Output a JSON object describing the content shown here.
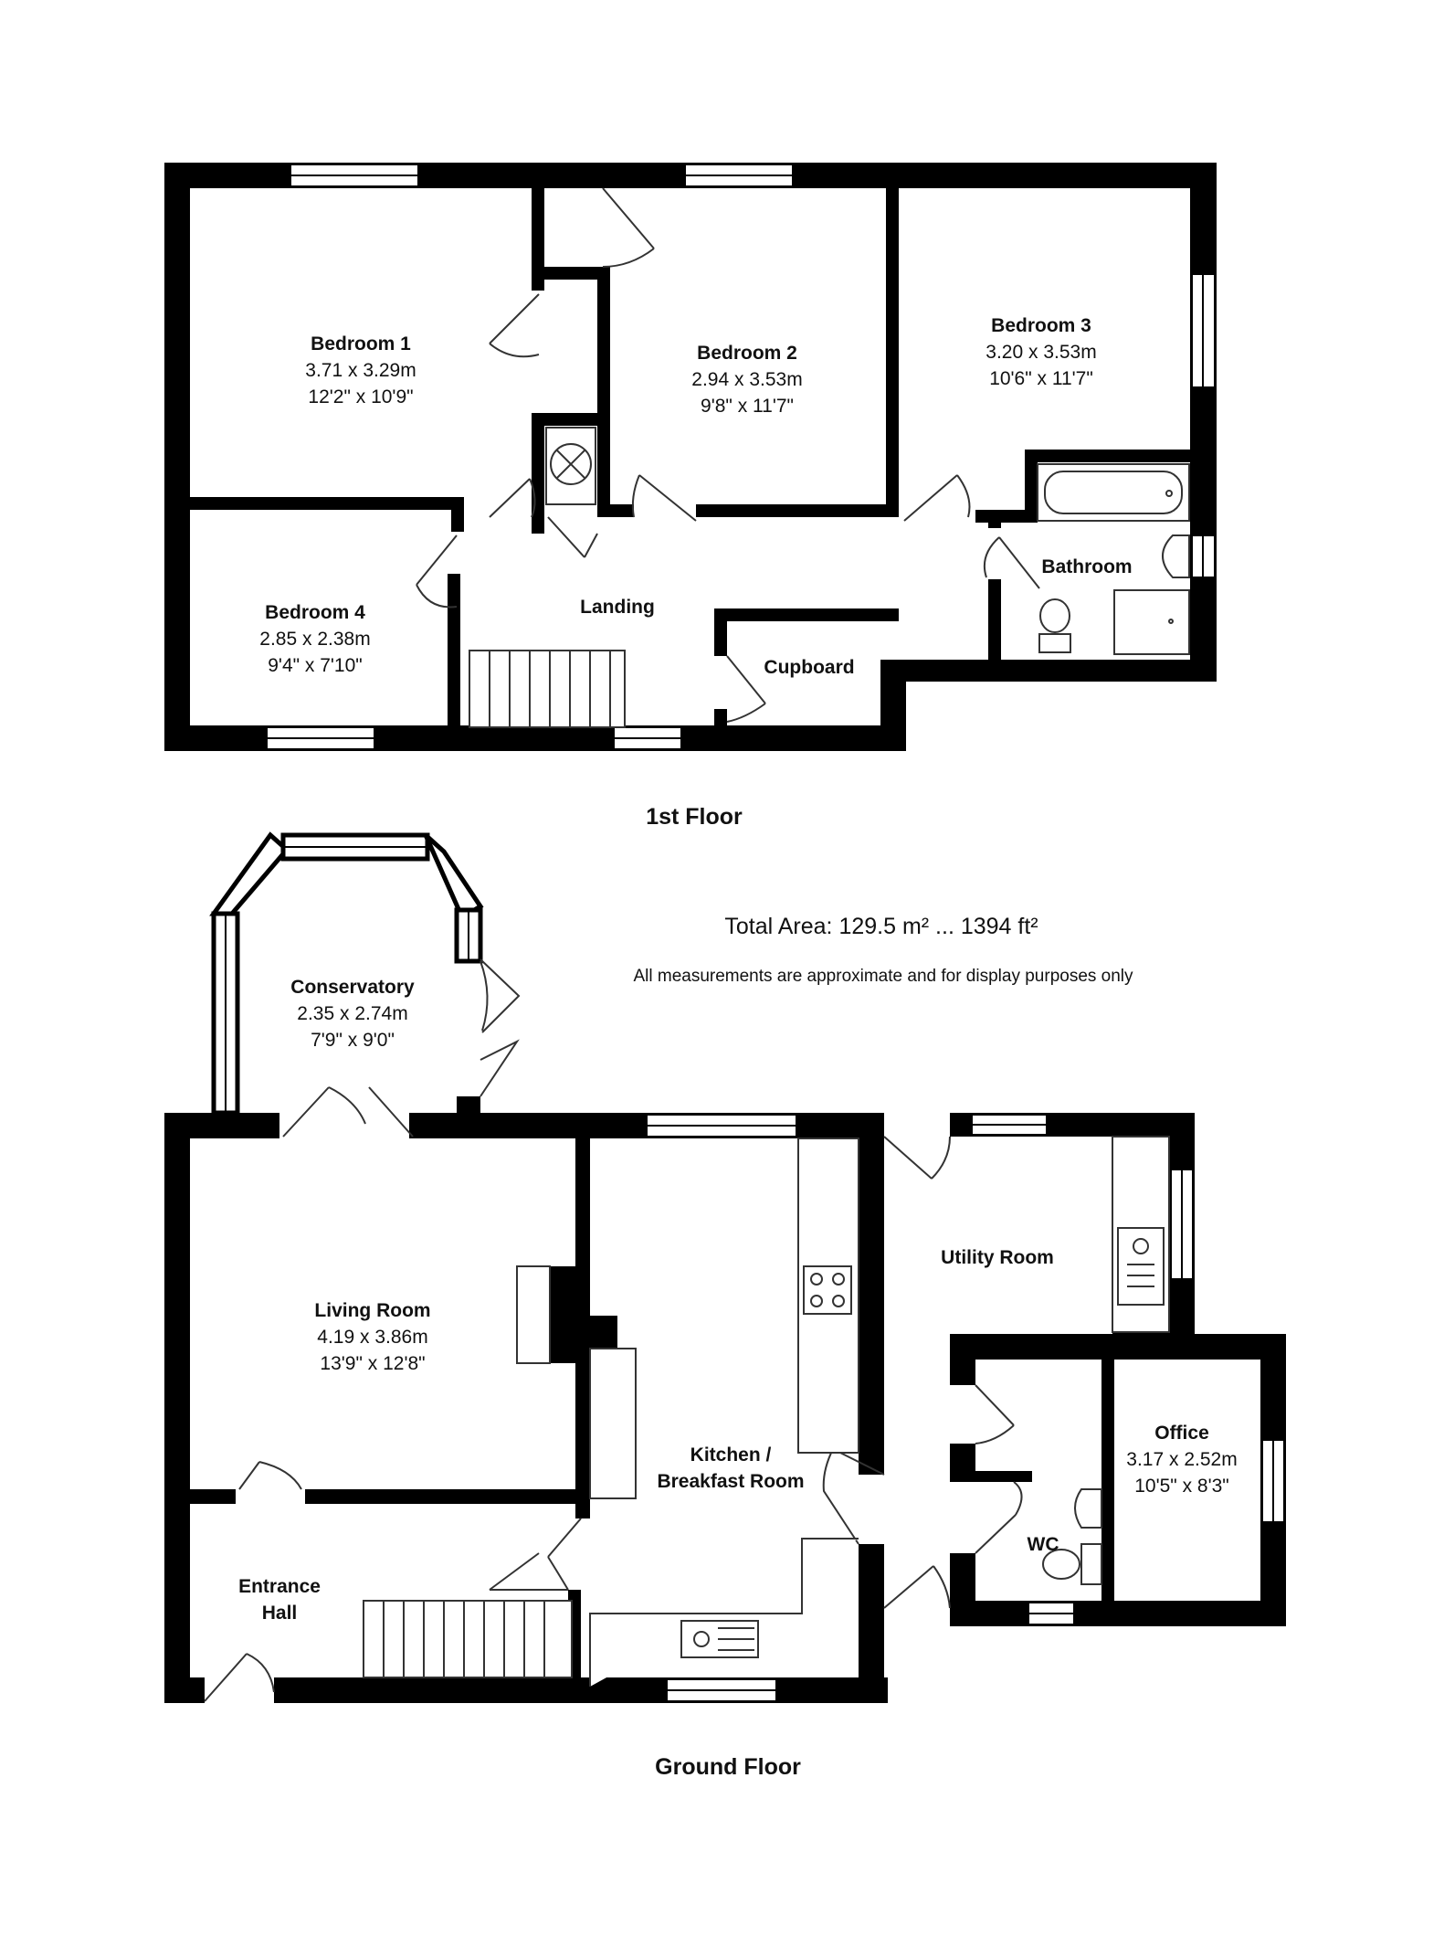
{
  "floors": {
    "first": {
      "caption": "1st Floor",
      "rooms": {
        "bedroom1": {
          "name": "Bedroom 1",
          "metric": "3.71 x 3.29m",
          "imperial": "12'2\" x 10'9\""
        },
        "bedroom2": {
          "name": "Bedroom 2",
          "metric": "2.94 x 3.53m",
          "imperial": "9'8\" x 11'7\""
        },
        "bedroom3": {
          "name": "Bedroom 3",
          "metric": "3.20 x 3.53m",
          "imperial": "10'6\" x 11'7\""
        },
        "bedroom4": {
          "name": "Bedroom 4",
          "metric": "2.85 x 2.38m",
          "imperial": "9'4\" x 7'10\""
        },
        "landing": {
          "name": "Landing"
        },
        "bathroom": {
          "name": "Bathroom"
        },
        "cupboard": {
          "name": "Cupboard"
        }
      }
    },
    "ground": {
      "caption": "Ground Floor",
      "rooms": {
        "conservatory": {
          "name": "Conservatory",
          "metric": "2.35 x 2.74m",
          "imperial": "7'9\" x 9'0\""
        },
        "living": {
          "name": "Living Room",
          "metric": "4.19 x 3.86m",
          "imperial": "13'9\" x 12'8\""
        },
        "kitchen": {
          "name_line1": "Kitchen /",
          "name_line2": "Breakfast Room"
        },
        "utility": {
          "name": "Utility Room"
        },
        "office": {
          "name": "Office",
          "metric": "3.17 x 2.52m",
          "imperial": "10'5\" x 8'3\""
        },
        "wc": {
          "name": "WC"
        },
        "entrance": {
          "name_line1": "Entrance",
          "name_line2": "Hall"
        }
      }
    }
  },
  "summary": {
    "total_area": "Total Area: 129.5 m² ... 1394 ft²",
    "disclaimer": "All measurements are approximate and for display purposes only"
  },
  "colors": {
    "wall": "#000000",
    "fixture_line": "#333333",
    "background": "#ffffff"
  }
}
